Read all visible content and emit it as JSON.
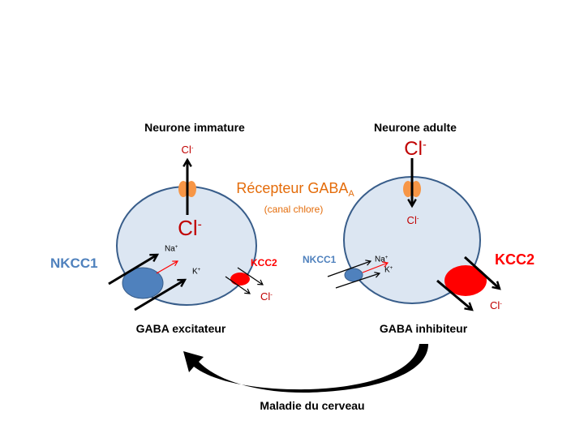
{
  "colors": {
    "cell_fill": "#dce6f2",
    "cell_stroke": "#385d8a",
    "receptor": "#f79646",
    "nkcc1": "#4f81bd",
    "kcc2": "#ff0000",
    "chloride_text": "#c00000",
    "arrow": "#000000",
    "red_arrow": "#ff0000",
    "orange_text": "#e46c0a"
  },
  "left_neuron": {
    "title": "Neurone immature",
    "state": "GABA excitateur",
    "cl_outside": "Cl",
    "cl_outside_sup": "-",
    "cl_inside": "Cl",
    "cl_inside_sup": "-",
    "nkcc1_label": "NKCC1",
    "kcc2_label": "KCC2",
    "na": "Na",
    "na_sup": "+",
    "k": "K",
    "k_sup": "+",
    "cl_kcc2": "Cl",
    "cl_kcc2_sup": "-",
    "flow_direction": "outward"
  },
  "right_neuron": {
    "title": "Neurone adulte",
    "state": "GABA inhibiteur",
    "cl_outside": "Cl",
    "cl_outside_sup": "-",
    "cl_inside": "Cl",
    "cl_inside_sup": "-",
    "nkcc1_label": "NKCC1",
    "kcc2_label": "KCC2",
    "na": "Na",
    "na_sup": "+",
    "k": "K",
    "k_sup": "+",
    "cl_kcc2": "Cl",
    "cl_kcc2_sup": "-",
    "flow_direction": "inward"
  },
  "receptor": {
    "label": "Récepteur GABA",
    "label_sub": "A",
    "sublabel": "(canal chlore)"
  },
  "transition": {
    "label": "Maladie du cerveau"
  }
}
